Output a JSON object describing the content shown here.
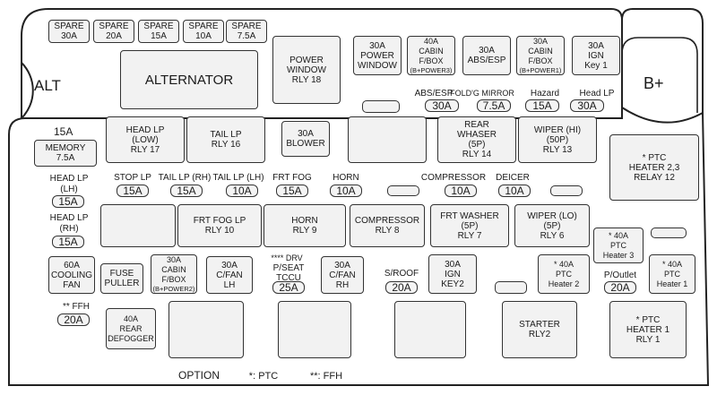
{
  "spares": [
    {
      "top": "SPARE",
      "bottom": "30A"
    },
    {
      "top": "SPARE",
      "bottom": "20A"
    },
    {
      "top": "SPARE",
      "bottom": "15A"
    },
    {
      "top": "SPARE",
      "bottom": "10A"
    },
    {
      "top": "SPARE",
      "bottom": "7.5A"
    }
  ],
  "alt_label": "ALT",
  "alternator_label": "ALTERNATOR",
  "bplus_label": "B+",
  "power_window_relay": [
    "POWER",
    "WINDOW",
    "RLY 18"
  ],
  "top_fuses": [
    [
      "30A",
      "POWER",
      "WINDOW"
    ],
    [
      "40A",
      "CABIN",
      "F/BOX",
      "(B+POWER3)"
    ],
    [
      "30A",
      "ABS/ESP"
    ],
    [
      "30A",
      "CABIN",
      "F/BOX",
      "(B+POWER1)"
    ],
    [
      "30A",
      "IGN",
      "Key 1"
    ]
  ],
  "mini_row1": [
    {
      "label": "ABS/ESP",
      "amp": "30A"
    },
    {
      "label": "FOLD'G MIRROR",
      "amp": "7.5A"
    },
    {
      "label": "Hazard",
      "amp": "15A"
    },
    {
      "label": "Head LP",
      "amp": "30A"
    }
  ],
  "memory": {
    "top": "15A",
    "label": "MEMORY",
    "amp": "7.5A"
  },
  "relays_row1": [
    [
      "HEAD LP",
      "(LOW)",
      "RLY 17"
    ],
    [
      "TAIL LP",
      "RLY 16"
    ],
    [
      "30A",
      "BLOWER"
    ],
    [
      "REAR",
      "WHASER",
      "(5P)",
      "RLY 14"
    ],
    [
      "WIPER (HI)",
      "(50P)",
      "RLY 13"
    ]
  ],
  "ptc_relay_12": [
    "* PTC",
    "HEATER 2,3",
    "RELAY 12"
  ],
  "mini_row2": [
    {
      "label": "STOP LP",
      "amp": "15A"
    },
    {
      "label": "TAIL LP (RH)",
      "amp": "15A"
    },
    {
      "label": "TAIL LP (LH)",
      "amp": "10A"
    },
    {
      "label": "FRT FOG",
      "amp": "15A"
    },
    {
      "label": "HORN",
      "amp": "10A"
    },
    {
      "label": "COMPRESSOR",
      "amp": "10A"
    },
    {
      "label": "DEICER",
      "amp": "10A"
    }
  ],
  "head_lh": {
    "label1": "HEAD LP",
    "label2": "(LH)",
    "amp": "15A"
  },
  "head_rh": {
    "label1": "HEAD LP",
    "label2": "(RH)",
    "amp": "15A"
  },
  "relays_row2": [
    [
      "FRT FOG LP",
      "RLY 10"
    ],
    [
      "HORN",
      "RLY 9"
    ],
    [
      "COMPRESSOR",
      "RLY 8"
    ],
    [
      "FRT WASHER",
      "(5P)",
      "RLY 7"
    ],
    [
      "WIPER (LO)",
      "(5P)",
      "RLY 6"
    ]
  ],
  "ptc_heater3": [
    "* 40A",
    "PTC",
    "Heater 3"
  ],
  "bottom_fuses": [
    [
      "60A",
      "COOLING",
      "FAN"
    ],
    [
      "FUSE",
      "PULLER"
    ],
    [
      "30A",
      "CABIN",
      "F/BOX",
      "(B+POWER2)"
    ],
    [
      "30A",
      "C/FAN",
      "LH"
    ]
  ],
  "drv": {
    "label1": "**** DRV",
    "label2": "P/SEAT",
    "label3": "TCCU",
    "amp": "25A"
  },
  "cfan_rh": [
    "30A",
    "C/FAN",
    "RH"
  ],
  "sroof": {
    "label": "S/ROOF",
    "amp": "20A"
  },
  "ign_key2": [
    "30A",
    "IGN",
    "KEY2"
  ],
  "ptc_heater2": [
    "* 40A",
    "PTC",
    "Heater 2"
  ],
  "poutlet": {
    "label": "P/Outlet",
    "amp": "20A"
  },
  "ptc_heater1": [
    "* 40A",
    "PTC",
    "Heater 1"
  ],
  "ffh": {
    "label": "** FFH",
    "amp": "20A"
  },
  "rear_defogger": [
    "40A",
    "REAR",
    "DEFOGGER"
  ],
  "starter": [
    "STARTER",
    "RLY2"
  ],
  "ptc_relay1": [
    "* PTC",
    "HEATER 1",
    "RLY 1"
  ],
  "legend": {
    "option": "OPTION",
    "ptc": "*: PTC",
    "ffh": "**: FFH"
  }
}
